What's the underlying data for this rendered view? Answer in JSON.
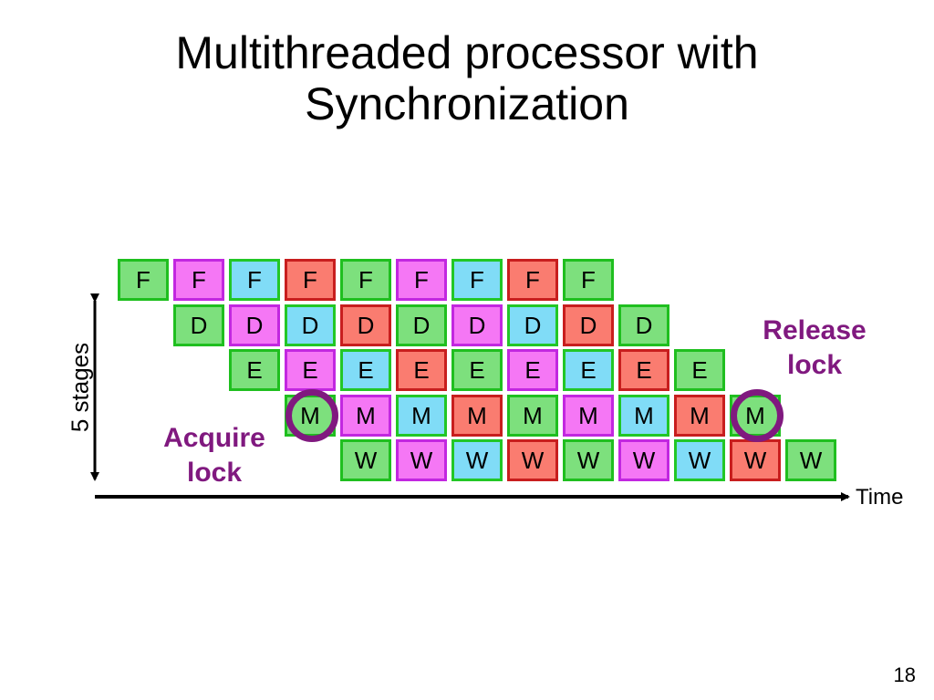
{
  "title": {
    "line1": "Multithreaded processor with",
    "line2": "Synchronization"
  },
  "stages": [
    "F",
    "D",
    "E",
    "M",
    "W"
  ],
  "threads_per_stage": 9,
  "thread_colors": [
    "#7de07d",
    "#f577f5",
    "#80dcf7",
    "#fa7c70"
  ],
  "annotations": {
    "acquire": {
      "line1": "Acquire",
      "line2": "lock"
    },
    "release": {
      "line1": "Release",
      "line2": "lock"
    }
  },
  "axes": {
    "time": "Time",
    "stages": "5 stages"
  },
  "page_number": "18",
  "colors": {
    "lock_ring": "#80197f",
    "axis": "#000000"
  }
}
